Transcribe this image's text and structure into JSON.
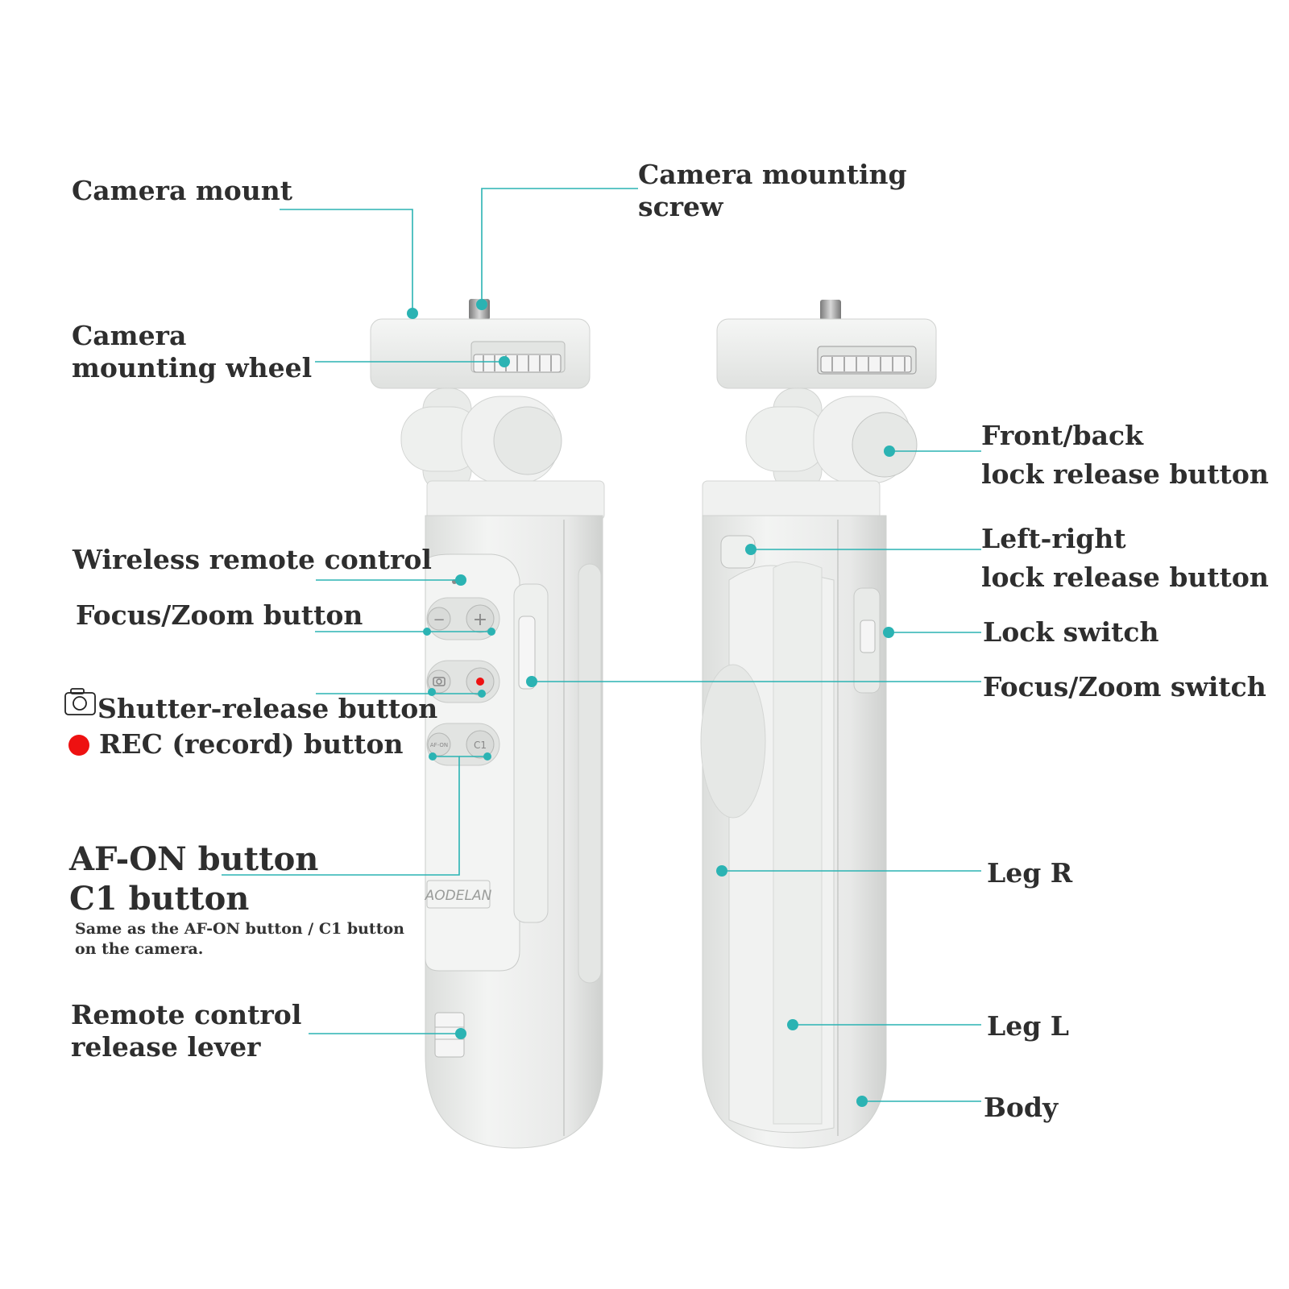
{
  "labels": {
    "camera_mount": "Camera mount",
    "camera_mounting_screw": [
      "Camera mounting",
      "screw"
    ],
    "camera_mounting_wheel": [
      "Camera",
      "mounting wheel"
    ],
    "wireless_remote_control": "Wireless remote control",
    "focus_zoom_button": "Focus/Zoom button",
    "shutter_release_button": "Shutter-release button",
    "rec_button": "REC (record) button",
    "af_on_button": "AF-ON button",
    "c1_button": "C1 button",
    "af_c1_note": [
      "Same as the AF-ON button / C1 button",
      "on the camera."
    ],
    "remote_release_lever": [
      "Remote control",
      "release lever"
    ],
    "front_back_lock": [
      "Front/back",
      "lock release button"
    ],
    "left_right_lock": [
      "Left-right",
      "lock release button"
    ],
    "lock_switch": "Lock switch",
    "focus_zoom_switch": "Focus/Zoom switch",
    "leg_r": "Leg R",
    "leg_l": "Leg L",
    "body": "Body"
  },
  "device": {
    "brand_text": "AODELAN",
    "button_minus": "−",
    "button_plus": "+",
    "button_af_on": "AF-ON",
    "button_c1": "C1"
  },
  "icons": {
    "shutter": "camera-icon",
    "rec": "red-dot-icon"
  },
  "colors": {
    "callout": "#2bb3b3",
    "label_text": "#2e2e2e",
    "device_body": "#eceeec",
    "rec_red": "#ee1111"
  }
}
